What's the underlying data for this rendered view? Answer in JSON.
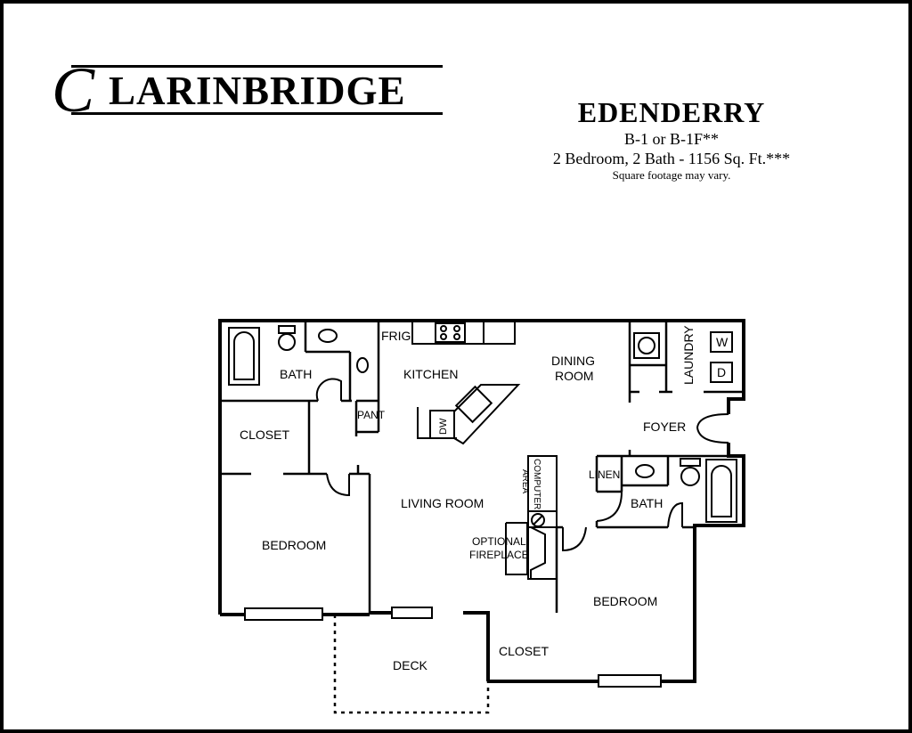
{
  "brand": {
    "initial": "C",
    "rest": "LARINBRIDGE"
  },
  "plan": {
    "name": "EDENDERRY",
    "code": "B-1 or B-1F**",
    "summary": "2 Bedroom, 2 Bath - 1156 Sq. Ft.***",
    "note": "Square footage may vary."
  },
  "rooms": {
    "bath1": "BATH",
    "frig": "FRIG",
    "kitchen": "KITCHEN",
    "dining1": "DINING",
    "dining2": "ROOM",
    "laundry": "LAUNDRY",
    "washer": "W",
    "dryer": "D",
    "pant": "PANT",
    "dw": "DW",
    "closet1": "CLOSET",
    "foyer": "FOYER",
    "linen": "LINEN",
    "computer1": "COMPUTER",
    "computer2": "AREA",
    "living": "LIVING ROOM",
    "bath2": "BATH",
    "optional": "OPTIONAL",
    "fireplace": "FIREPLACE",
    "bedroom1": "BEDROOM",
    "bedroom2": "BEDROOM",
    "deck": "DECK",
    "closet2": "CLOSET"
  }
}
